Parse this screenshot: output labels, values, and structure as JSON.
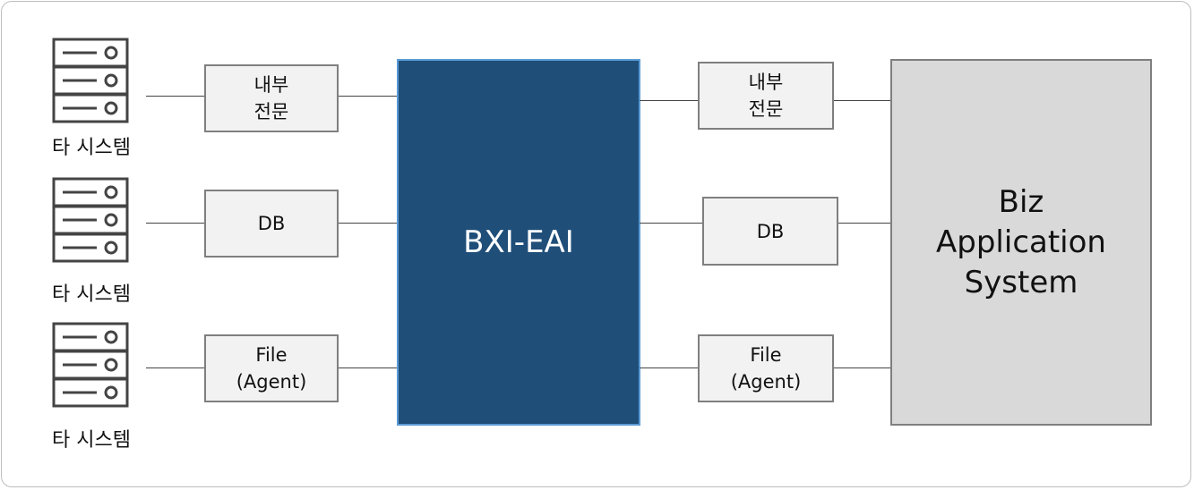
{
  "left_systems": [
    {
      "label": "타 시스템",
      "channel": "내부\n전문"
    },
    {
      "label": "타 시스템",
      "channel": "DB"
    },
    {
      "label": "타 시스템",
      "channel": "File\n(Agent)"
    }
  ],
  "hub": {
    "label": "BXI-EAI"
  },
  "right_channels": [
    "내부\n전문",
    "DB",
    "File\n(Agent)"
  ],
  "target": {
    "label": "Biz\nApplication\nSystem"
  },
  "colors": {
    "hub_fill": "#1f4e79",
    "hub_border": "#5b9bd5",
    "box_fill": "#f2f2f2",
    "target_fill": "#d9d9d9"
  },
  "icons": {
    "server": "server-rack-icon"
  }
}
